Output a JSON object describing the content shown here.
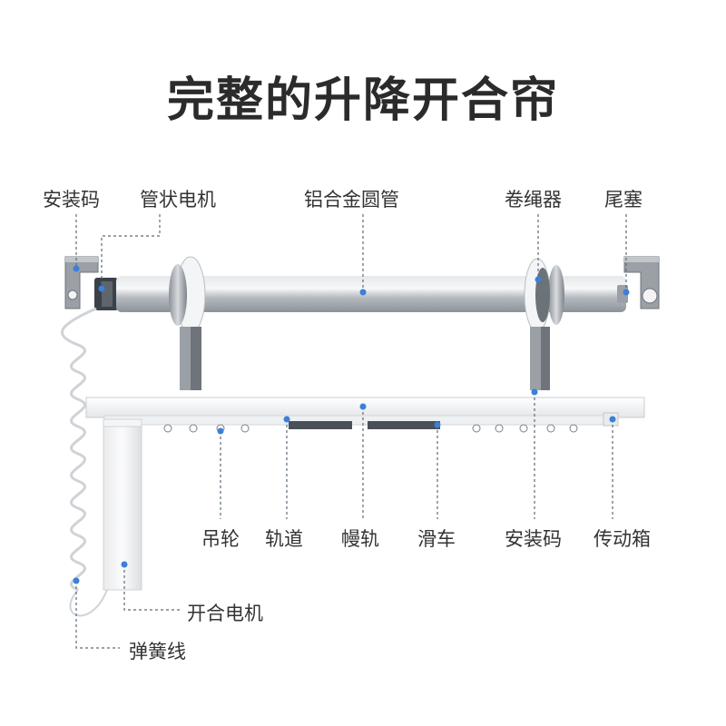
{
  "title": "完整的升降开合帘",
  "labels": {
    "mount_code_left": "安装码",
    "tubular_motor": "管状电机",
    "aluminum_tube": "铝合金圆管",
    "rope_winder": "卷绳器",
    "end_plug": "尾塞",
    "pulley": "吊轮",
    "track": "轨道",
    "slow_rail": "幔轨",
    "slider": "滑车",
    "mount_code_right": "安装码",
    "gearbox": "传动箱",
    "opening_motor": "开合电机",
    "spring_wire": "弹簧线"
  },
  "colors": {
    "leader_line": "#5b6b7a",
    "dot": "#3b7fd9",
    "tube": "#b9bec4",
    "bracket": "#8e949a"
  }
}
